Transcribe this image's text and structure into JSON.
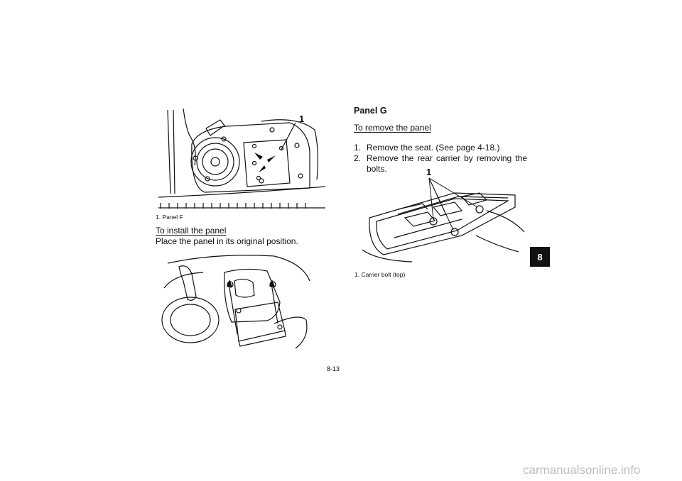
{
  "left_column": {
    "figure1_callout": "1",
    "figure1_caption": "1. Panel F",
    "install_heading": "To install the panel",
    "install_text": "Place the panel in its original position."
  },
  "right_column": {
    "panel_heading": "Panel G",
    "remove_heading": "To remove the panel",
    "steps": [
      {
        "num": "1.",
        "text": "Remove the seat. (See page 4-18.)"
      },
      {
        "num": "2.",
        "text": "Remove the rear carrier by removing the bolts."
      }
    ],
    "figure3_callout": "1",
    "figure3_caption": "1. Carrier bolt (top)"
  },
  "chapter_tab": "8",
  "page_number": "8-13",
  "watermark": "carmanualsonline.info"
}
